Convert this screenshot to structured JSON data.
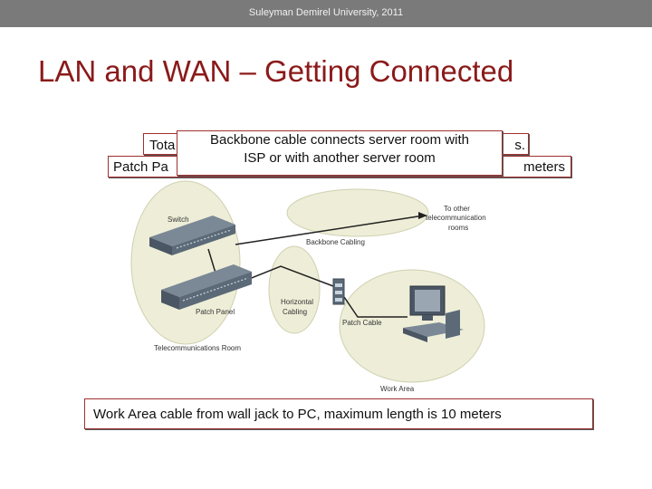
{
  "header": {
    "institution": "Suleyman Demirel University, 2011"
  },
  "slide": {
    "title": "LAN and WAN – Getting Connected"
  },
  "callouts": {
    "total_head": "Tota",
    "total_tail": "s.",
    "patch_head": "Patch Pa",
    "patch_tail": "meters",
    "backbone_line1": "Backbone cable connects server room with",
    "backbone_line2": "ISP or with another server room",
    "work_area": "Work Area cable from wall jack to PC, maximum length is 10 meters"
  },
  "diagram": {
    "labels": {
      "switch": "Switch",
      "to_other_1": "To other",
      "to_other_2": "telecommunication",
      "to_other_3": "rooms",
      "backbone_cabling": "Backbone Cabling",
      "horizontal_1": "Horizontal",
      "horizontal_2": "Cabling",
      "patch_panel": "Patch Panel",
      "patch_cable": "Patch Cable",
      "telecom_room": "Telecommunications Room",
      "work_area": "Work Area"
    },
    "colors": {
      "zone_fill": "#eeeed8",
      "zone_stroke": "#cfcfb0",
      "equipment": "#5c6a78",
      "cable": "#222222"
    }
  }
}
